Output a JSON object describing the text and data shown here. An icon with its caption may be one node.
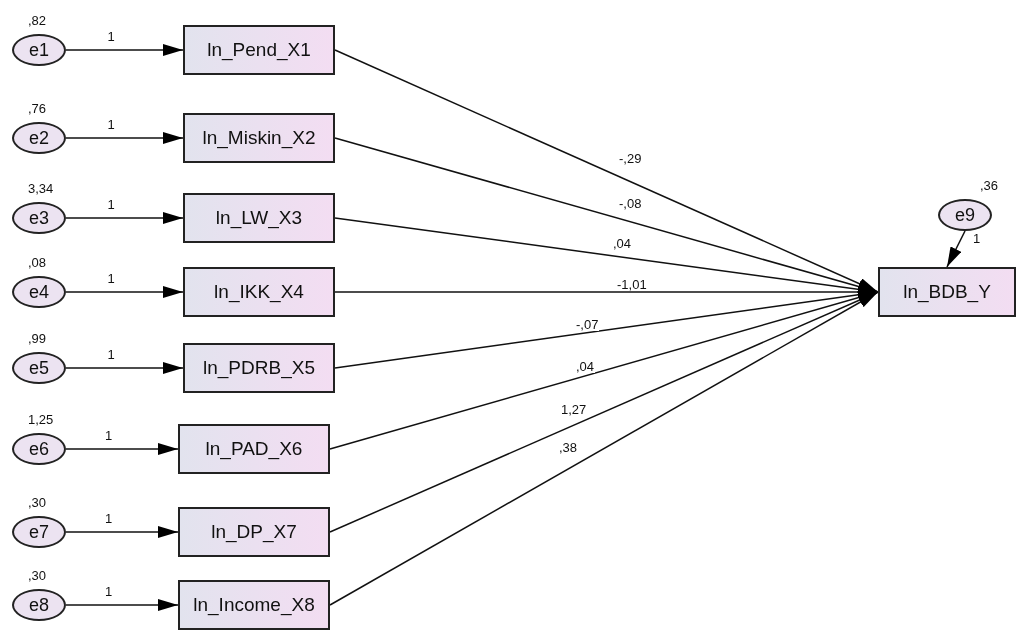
{
  "diagram": {
    "nodes": [
      {
        "text": [
          "e1"
        ],
        "beside": [
          ",82"
        ]
      },
      {
        "text": [
          "ln_Pend_X1"
        ]
      },
      {
        "text": [
          "e2"
        ],
        "beside": [
          ",76"
        ]
      },
      {
        "text": [
          "ln_Miskin_X2"
        ]
      },
      {
        "text": [
          "e3"
        ],
        "beside": [
          "3,34"
        ]
      },
      {
        "text": [
          "ln_LW_X3"
        ]
      },
      {
        "text": [
          "e4"
        ],
        "beside": [
          ",08"
        ]
      },
      {
        "text": [
          "ln_IKK_X4"
        ]
      },
      {
        "text": [
          "e5"
        ],
        "beside": [
          ",99"
        ]
      },
      {
        "text": [
          "ln_PDRB_X5"
        ]
      },
      {
        "text": [
          "e6"
        ],
        "beside": [
          "1,25"
        ]
      },
      {
        "text": [
          "ln_PAD_X6"
        ]
      },
      {
        "text": [
          "e7"
        ],
        "beside": [
          ",30"
        ]
      },
      {
        "text": [
          "ln_DP_X7"
        ]
      },
      {
        "text": [
          "e8"
        ],
        "beside": [
          ",30"
        ]
      },
      {
        "text": [
          "ln_Income_X8"
        ]
      },
      {
        "text": [
          "e9"
        ],
        "beside": [
          ",36"
        ]
      },
      {
        "text": [
          "ln_BDB_Y"
        ]
      }
    ],
    "edges": [
      {
        "from": 0,
        "to": 1,
        "arrow": "to",
        "label": "1"
      },
      {
        "from": 2,
        "to": 3,
        "arrow": "to",
        "label": "1"
      },
      {
        "from": 4,
        "to": 5,
        "arrow": "to",
        "label": "1"
      },
      {
        "from": 6,
        "to": 7,
        "arrow": "to",
        "label": "1"
      },
      {
        "from": 8,
        "to": 9,
        "arrow": "to",
        "label": "1"
      },
      {
        "from": 10,
        "to": 11,
        "arrow": "to",
        "label": "1"
      },
      {
        "from": 12,
        "to": 13,
        "arrow": "to",
        "label": "1"
      },
      {
        "from": 14,
        "to": 15,
        "arrow": "to",
        "label": "1"
      },
      {
        "from": 1,
        "to": 17,
        "arrow": "to",
        "label": "-,29"
      },
      {
        "from": 3,
        "to": 17,
        "arrow": "to",
        "label": "-,08"
      },
      {
        "from": 5,
        "to": 17,
        "arrow": "to",
        "label": ",04"
      },
      {
        "from": 7,
        "to": 17,
        "arrow": "to",
        "label": "-1,01"
      },
      {
        "from": 9,
        "to": 17,
        "arrow": "to",
        "label": "-,07"
      },
      {
        "from": 11,
        "to": 17,
        "arrow": "to",
        "label": ",04"
      },
      {
        "from": 13,
        "to": 17,
        "arrow": "to",
        "label": "1,27"
      },
      {
        "from": 15,
        "to": 17,
        "arrow": "to",
        "label": ",38"
      },
      {
        "from": 16,
        "to": 17,
        "arrow": "to",
        "label": "1"
      }
    ]
  }
}
